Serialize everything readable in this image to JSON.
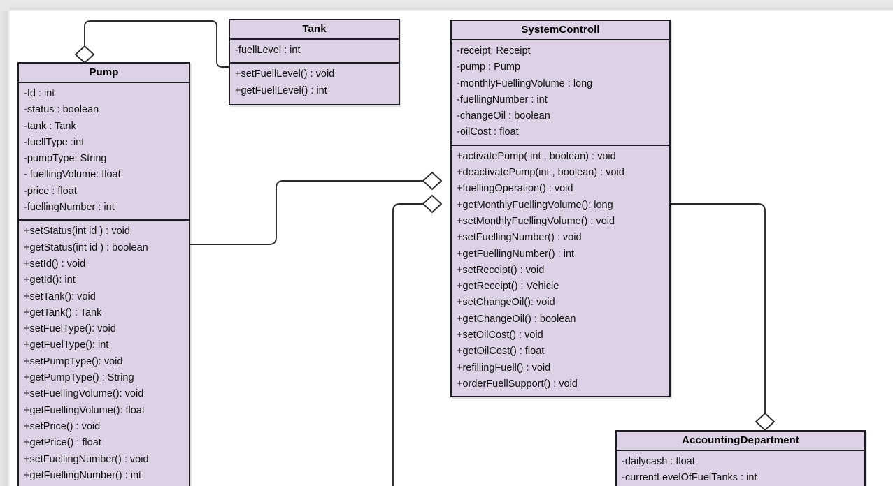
{
  "diagram": {
    "title": "UML Class Diagram",
    "canvas_bg": "#ffffff",
    "class_fill": "#ddd1e6",
    "line_color": "#2b2b2b"
  },
  "classes": {
    "pump": {
      "name": "Pump",
      "attributes": [
        "-Id : int",
        "-status : boolean",
        "-tank : Tank",
        "-fuellType :int",
        "-pumpType: String",
        "- fuellingVolume: float",
        "-price : float",
        "-fuellingNumber : int"
      ],
      "operations": [
        "+setStatus(int id ) : void",
        "+getStatus(int id ) : boolean",
        "+setId() : void",
        "+getId(): int",
        "+setTank(): void",
        "+getTank()  : Tank",
        "+setFuelType(): void",
        "+getFuelType(): int",
        "+setPumpType(): void",
        "+getPumpType() : String",
        "+setFuellingVolume(): void",
        "+getFuellingVolume(): float",
        "+setPrice() : void",
        "+getPrice() : float",
        "+setFuellingNumber() : void",
        "+getFuellingNumber() : int"
      ]
    },
    "tank": {
      "name": "Tank",
      "attributes": [
        "-fuellLevel : int"
      ],
      "operations": [
        "+setFuellLevel() : void",
        "+getFuellLevel() : int"
      ]
    },
    "system_controll": {
      "name": "SystemControll",
      "attributes": [
        "-receipt: Receipt",
        "-pump : Pump",
        "-monthlyFuellingVolume : long",
        "-fuellingNumber : int",
        "-changeOil : boolean",
        "-oilCost : float"
      ],
      "operations": [
        "+activatePump( int  , boolean) : void",
        "+deactivatePump(int , boolean) : void",
        "+fuellingOperation() : void",
        "+getMonthlyFuellingVolume(): long",
        "+setMonthlyFuellingVolume() : void",
        "+setFuellingNumber() : void",
        "+getFuellingNumber() : int",
        "+setReceipt() : void",
        "+getReceipt() : Vehicle",
        "+setChangeOil(): void",
        "+getChangeOil()  : boolean",
        "+setOilCost() : void",
        "+getOilCost() : float",
        "+refillingFuell() : void",
        "+orderFuellSupport() : void"
      ]
    },
    "accounting_department": {
      "name": "AccountingDepartment",
      "attributes": [
        "-dailycash : float",
        "-currentLevelOfFuelTanks : int"
      ],
      "operations": []
    }
  },
  "associations": [
    {
      "name": "pump-tank-aggregation",
      "from": "Tank",
      "to": "Pump",
      "kind": "aggregation",
      "diamond_at": "Pump"
    },
    {
      "name": "pump-systemcontroll-aggregation",
      "from": "Pump",
      "to": "SystemControll",
      "kind": "aggregation",
      "diamond_at": "SystemControll"
    },
    {
      "name": "lower-systemcontroll-aggregation",
      "from": "(offscreen)",
      "to": "SystemControll",
      "kind": "aggregation",
      "diamond_at": "SystemControll"
    },
    {
      "name": "systemcontroll-accounting-aggregation",
      "from": "SystemControll",
      "to": "AccountingDepartment",
      "kind": "aggregation",
      "diamond_at": "AccountingDepartment"
    }
  ]
}
